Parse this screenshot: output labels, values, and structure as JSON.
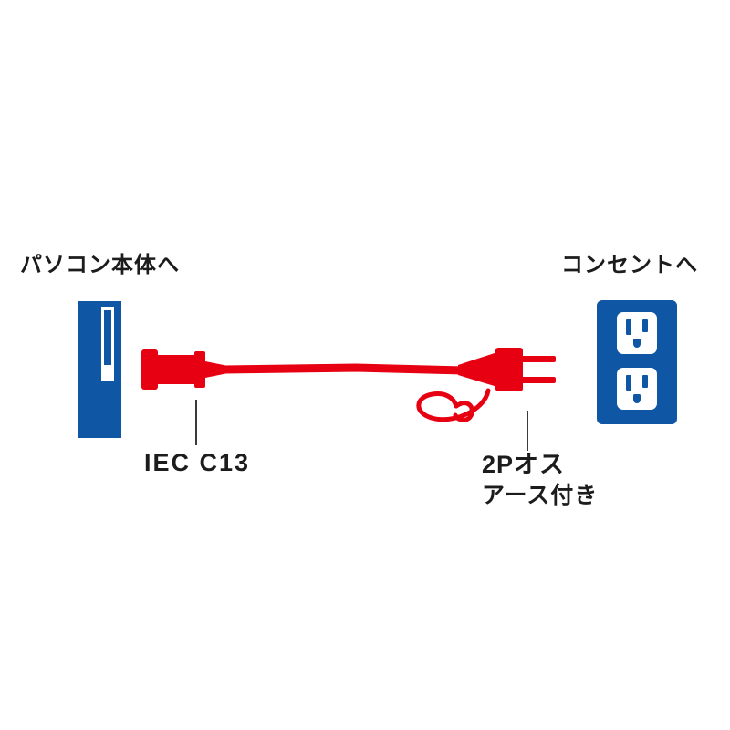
{
  "labels": {
    "pc_destination": "パソコン本体へ",
    "outlet_destination": "コンセントへ",
    "left_connector": "IEC C13",
    "right_connector_type": "2Pオス",
    "right_connector_note": "アース付き"
  },
  "colors": {
    "blue": "#0f56a5",
    "red": "#e60012",
    "text": "#1c1c1c",
    "leader": "#3a3a3a"
  },
  "icons": {
    "pc": "pc-tower-icon",
    "outlet": "wall-outlet-icon",
    "cable": "power-cable-icon",
    "earth_wire": "earth-ground-wire-icon"
  }
}
